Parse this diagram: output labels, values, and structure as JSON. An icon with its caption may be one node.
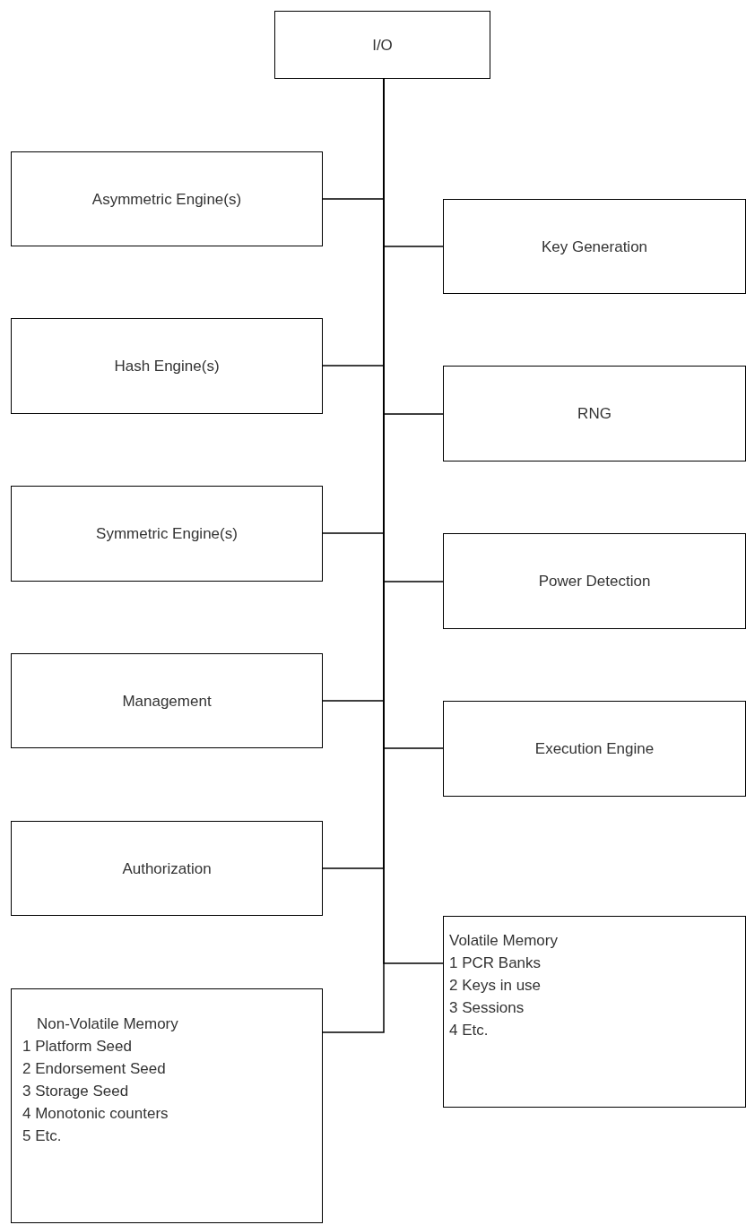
{
  "diagram": {
    "nodes": [
      {
        "text": [
          "I/O"
        ]
      },
      {
        "text": [
          "Asymmetric Engine(s)"
        ]
      },
      {
        "text": [
          "Key Generation"
        ]
      },
      {
        "text": [
          "Hash Engine(s)"
        ]
      },
      {
        "text": [
          "RNG"
        ]
      },
      {
        "text": [
          "Symmetric Engine(s)"
        ]
      },
      {
        "text": [
          "Power Detection"
        ]
      },
      {
        "text": [
          "Management"
        ]
      },
      {
        "text": [
          "Execution Engine"
        ]
      },
      {
        "text": [
          "Authorization"
        ]
      },
      {
        "text": [
          "Volatile Memory",
          "1 PCR Banks",
          "2 Keys in use",
          "3 Sessions",
          "4 Etc."
        ]
      },
      {
        "text": [
          "Non-Volatile Memory",
          "1 Platform Seed",
          "2 Endorsement Seed",
          "3 Storage Seed",
          "4 Monotonic counters",
          "5 Etc."
        ]
      }
    ],
    "edges": [
      {
        "from": 0,
        "to": 1,
        "arrow": "none"
      },
      {
        "from": 0,
        "to": 2,
        "arrow": "none"
      },
      {
        "from": 0,
        "to": 3,
        "arrow": "none"
      },
      {
        "from": 0,
        "to": 4,
        "arrow": "none"
      },
      {
        "from": 0,
        "to": 5,
        "arrow": "none"
      },
      {
        "from": 0,
        "to": 6,
        "arrow": "none"
      },
      {
        "from": 0,
        "to": 7,
        "arrow": "none"
      },
      {
        "from": 0,
        "to": 8,
        "arrow": "none"
      },
      {
        "from": 0,
        "to": 9,
        "arrow": "none"
      },
      {
        "from": 0,
        "to": 10,
        "arrow": "none"
      },
      {
        "from": 0,
        "to": 11,
        "arrow": "none"
      }
    ]
  }
}
